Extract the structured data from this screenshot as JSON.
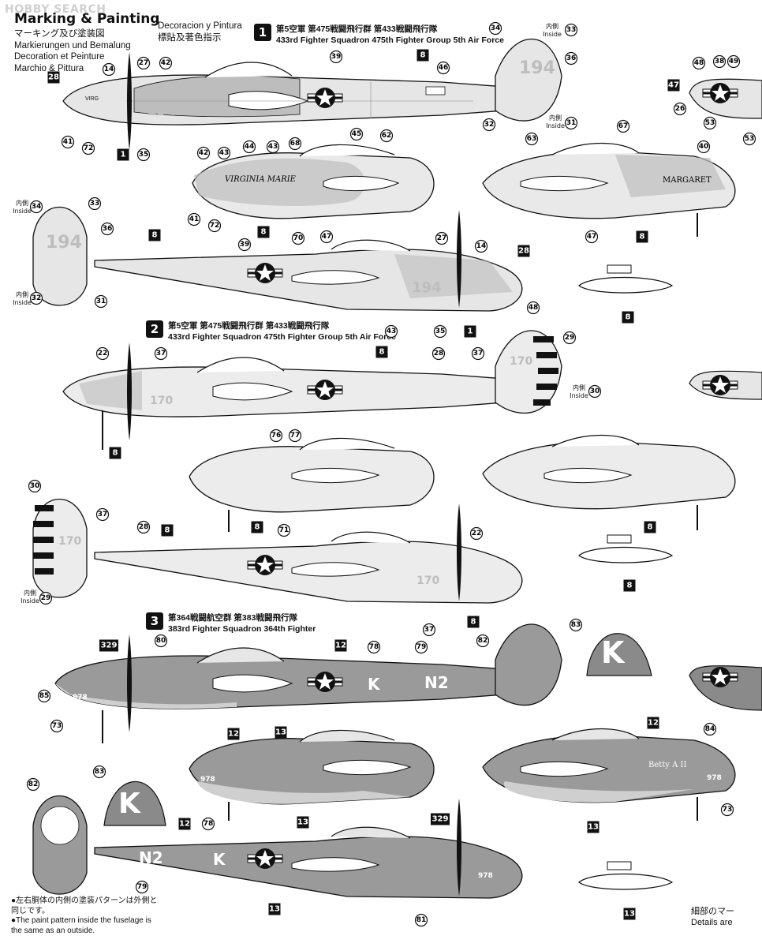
{
  "watermark": "HOBBY SEARCH",
  "title": "Marking & Painting",
  "languages": {
    "jp": "マーキング及び塗装図",
    "de": "Markierungen und Bemalung",
    "fr": "Decoration et Peinture",
    "it": "Marchio & Pittura",
    "es": "Decoracion y Pintura",
    "cn": "標貼及著色指示"
  },
  "schemes": [
    {
      "badge": "1",
      "jp": "第5空軍 第475戦闘飛行群 第433戦闘飛行隊",
      "en": "433rd Fighter Squadron 475th Fighter Group 5th Air Force"
    },
    {
      "badge": "2",
      "jp": "第5空軍 第475戦闘飛行群 第433戦闘飛行隊",
      "en": "433rd Fighter Squadron 475th Fighter Group 5th Air Force"
    },
    {
      "badge": "3",
      "jp": "第364戦闘航空群 第383戦闘飛行隊",
      "en": "383rd Fighter Squadron 364th Fighter"
    }
  ],
  "inside_label": {
    "jp": "内側",
    "en": "Inside"
  },
  "aircraft_codes": {
    "tail1": "194",
    "tail2": "170",
    "nose1": "VIRGINIA MARIE",
    "nose2": "MARGARET",
    "code3": "N2",
    "letter3": "K",
    "tail3": "978",
    "nose3": "Betty A II"
  },
  "footnote": {
    "jp": "●左右胴体の内側の塗装パターンは外側と同じです。",
    "en": "●The paint pattern inside the fuselage is the same as an outside."
  },
  "detail": {
    "jp": "細部のマー",
    "en": "Details are"
  },
  "colors": {
    "ink": "#111111",
    "mid_grey": "#8a8a8a",
    "light_grey": "#cfcfcf",
    "dark_grey": "#5f5f5f",
    "camo": "#9a9a9a"
  }
}
